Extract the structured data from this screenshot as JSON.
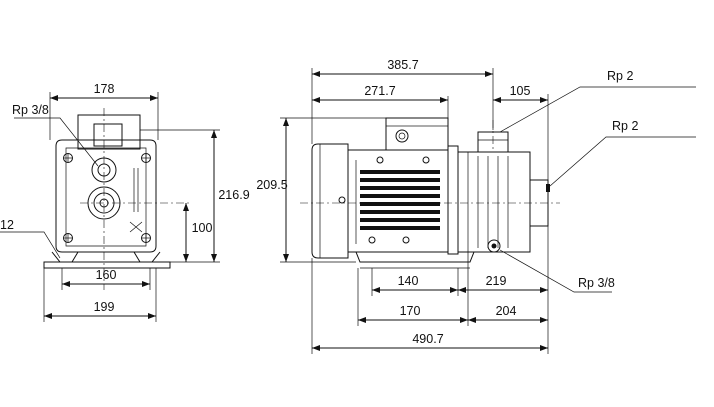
{
  "dimensions": {
    "side_width_top": "178",
    "side_height_total": "216.9",
    "side_height_shaft": "100",
    "side_foot_inner": "160",
    "side_foot_outer": "199",
    "side_foot_hole": "12",
    "front_overall_top": "385.7",
    "front_motor_length": "271.7",
    "front_outlet_offset": "105",
    "front_height": "209.5",
    "front_foot_inner": "140",
    "front_foot_outer": "170",
    "front_pump_part": "219",
    "front_pump_to_end": "204",
    "front_total_length": "490.7"
  },
  "connections": {
    "side_drain": "Rp 3/8",
    "front_outlet": "Rp 2",
    "front_inlet": "Rp 2",
    "front_drain": "Rp 3/8"
  }
}
